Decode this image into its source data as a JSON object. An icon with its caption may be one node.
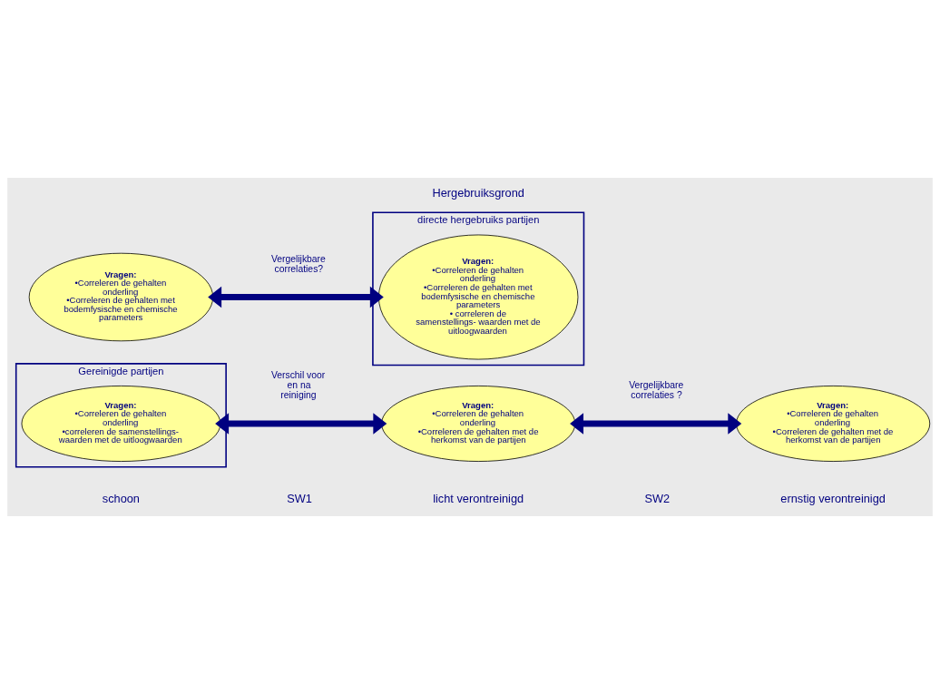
{
  "diagram": {
    "nodes": [
      {
        "text": [
          "Gereinigde partijen"
        ]
      },
      {
        "text": [
          "Vragen:",
          "•Correleren de gehalten onderling",
          "•correleren de samenstellings- waarden met de uitloogwaarden"
        ],
        "in": 0
      },
      {
        "text": [
          "directe hergebruiks partijen"
        ]
      },
      {
        "text": [
          "Vragen:",
          "•Correleren de gehalten onderling",
          "•Correleren de gehalten met bodemfysische en chemische parameters"
        ]
      },
      {
        "text": [
          "Vragen:",
          "•Correleren de gehalten onderling",
          "•Correleren de gehalten met bodemfysische en chemische parameters",
          "• correleren de samenstellings- waarden met de uitloogwaarden"
        ],
        "in": 2
      },
      {
        "text": [
          "Vragen:",
          "•Correleren de gehalten onderling",
          "•Correleren de gehalten met de herkomst van de partijen"
        ]
      },
      {
        "text": [
          "Vragen:",
          "•Correleren de gehalten onderling",
          "•Correleren de gehalten met de herkomst van de partijen"
        ]
      }
    ],
    "edges": [
      {
        "from": 1,
        "to": 5,
        "arrow": "both",
        "label": "Verschil voor en na reiniging"
      },
      {
        "from": 3,
        "to": 4,
        "arrow": "both",
        "label": "Vergelijkbare correlaties?"
      },
      {
        "from": 5,
        "to": 6,
        "arrow": "both",
        "label": "Vergelijkbare correlaties ?"
      }
    ],
    "labels": [
      "Hergebruiksgrond",
      "schoon",
      "SW1",
      "licht verontreinigd",
      "SW2",
      "ernstig verontreinigd"
    ]
  }
}
